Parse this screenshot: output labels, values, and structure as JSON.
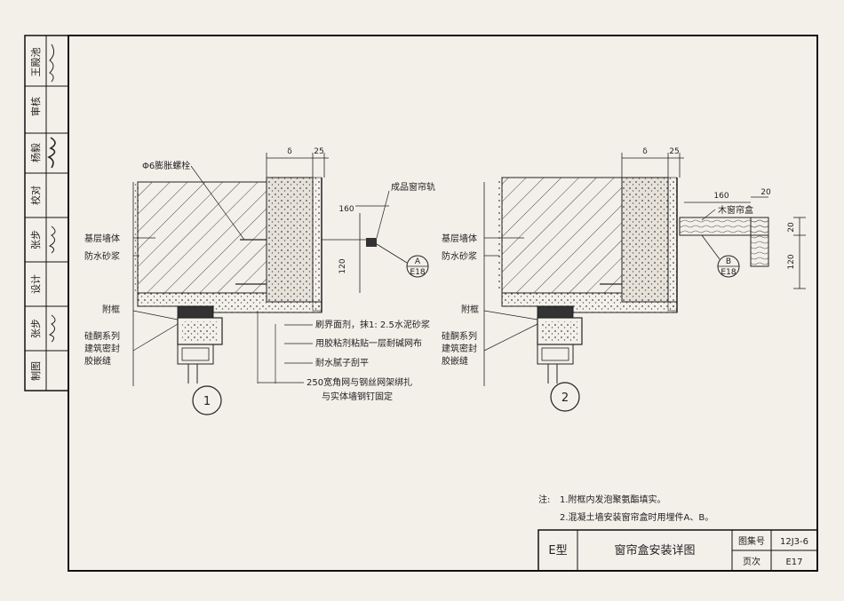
{
  "sidebar": {
    "rows": [
      {
        "label": "审核",
        "sign": "王殿池"
      },
      {
        "label": "杨毅",
        "sign": ""
      },
      {
        "label": "校对",
        "sign": ""
      },
      {
        "label": "张步",
        "sign": ""
      },
      {
        "label": "设计",
        "sign": ""
      },
      {
        "label": "张步",
        "sign": ""
      },
      {
        "label": "制图",
        "sign": ""
      }
    ]
  },
  "detail1": {
    "number": "1",
    "dim_delta": "δ",
    "dim_25": "25",
    "dim_160": "160",
    "dim_120": "120",
    "labels": {
      "bolt": "Φ6膨胀螺栓",
      "rail": "成品窗帘轨",
      "base_wall": "基层墙体",
      "waterproof": "防水砂浆",
      "sub_frame": "附框",
      "silicone_1": "硅酮系列",
      "silicone_2": "建筑密封",
      "silicone_3": "胶嵌缝",
      "note_a": "刷界面剂，抹1: 2.5水泥砂浆",
      "note_b": "用胶粘剂粘贴一层耐碱网布",
      "note_c": "耐水腻子刮平",
      "note_d": "250宽角网与钢丝网架绑扎",
      "note_e": "与实体墙钢钉固定"
    },
    "callout": {
      "letter": "A",
      "ref": "E18"
    }
  },
  "detail2": {
    "number": "2",
    "dim_delta": "δ",
    "dim_25": "25",
    "dim_160": "160",
    "dim_20a": "20",
    "dim_20b": "20",
    "dim_120": "120",
    "labels": {
      "box": "木窗帘盒",
      "base_wall": "基层墙体",
      "waterproof": "防水砂浆",
      "sub_frame": "附框",
      "silicone_1": "硅酮系列",
      "silicone_2": "建筑密封",
      "silicone_3": "胶嵌缝"
    },
    "callout": {
      "letter": "B",
      "ref": "E18"
    }
  },
  "notes": {
    "prefix": "注:",
    "line1": "1.附框内发泡聚氨酯填实。",
    "line2": "2.混凝土墙安装窗帘盒时用埋件A、B。"
  },
  "titleblock": {
    "type": "E型",
    "title": "窗帘盒安装详图",
    "atlas_label": "图集号",
    "atlas_value": "12J3-6",
    "page_label": "页次",
    "page_value": "E17"
  },
  "colors": {
    "ink": "#222222",
    "paper": "#f3f0ea",
    "insulation": "#e6e2da"
  }
}
